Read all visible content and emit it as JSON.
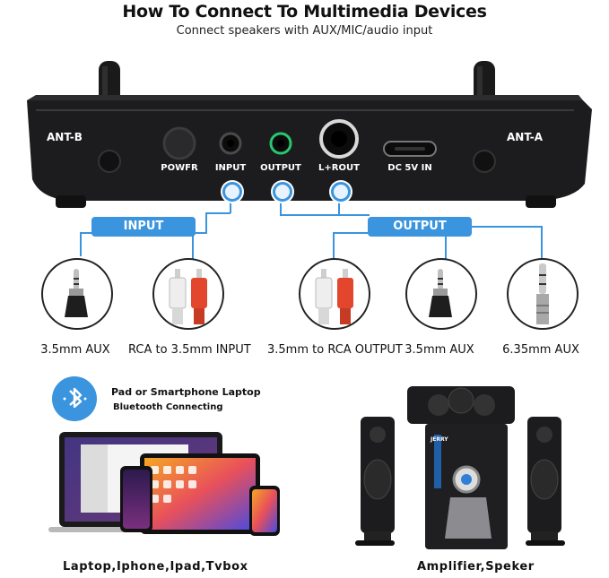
{
  "header": {
    "title": "How To Connect To Multimedia Devices",
    "subtitle": "Connect speakers with AUX/MIC/audio input"
  },
  "device": {
    "antenna_left": "ANT-B",
    "antenna_right": "ANT-A",
    "ports": {
      "power": "POWFR",
      "input": "INPUT",
      "output": "OUTPUT",
      "lr_out": "L+ROUT",
      "dc": "DC 5V IN"
    }
  },
  "groups": {
    "input": "INPUT",
    "output": "OUTPUT"
  },
  "cables": [
    {
      "label": "3.5mm AUX",
      "icon": "3.5mm-plug-icon"
    },
    {
      "label": "RCA to 3.5mm INPUT",
      "icon": "rca-plug-icon"
    },
    {
      "label": "3.5mm to RCA OUTPUT",
      "icon": "rca-plug-icon"
    },
    {
      "label": "3.5mm AUX",
      "icon": "3.5mm-plug-icon"
    },
    {
      "label": "6.35mm AUX",
      "icon": "6.35mm-plug-icon"
    }
  ],
  "bluetooth": {
    "line1": "Pad or Smartphone Laptop",
    "line2": "Bluetooth  Connecting",
    "icon": "bluetooth-icon"
  },
  "speaker_brand": "JERRY",
  "footer": {
    "left": "Laptop,Iphone,Ipad,Tvbox",
    "right": "Amplifier,Speker"
  },
  "colors": {
    "accent": "#3a94de",
    "device_body": "#1c1c1e",
    "rca_red": "#e2472e",
    "output_ring": "#28c76f"
  }
}
